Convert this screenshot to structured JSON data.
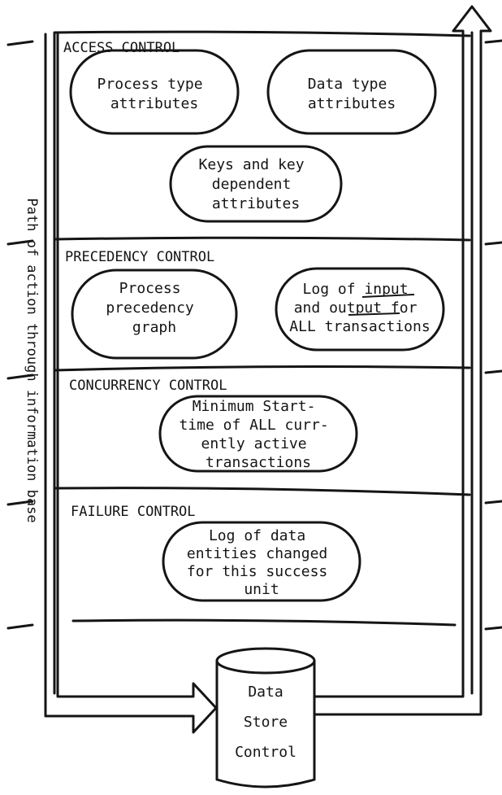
{
  "sections": {
    "access": {
      "label": "ACCESS CONTROL",
      "items": [
        [
          "Process type",
          "attributes"
        ],
        [
          "Data type",
          "attributes"
        ],
        [
          "Keys and key",
          "dependent",
          "attributes"
        ]
      ]
    },
    "precedency": {
      "label": "PRECEDENCY CONTROL",
      "items": [
        [
          "Process",
          "precedency",
          "graph"
        ],
        [
          "Log of input",
          "and output for",
          "ALL transactions"
        ]
      ]
    },
    "concurrency": {
      "label": "CONCURRENCY CONTROL",
      "items": [
        [
          "Minimum Start-",
          "time of ALL curr-",
          "ently active",
          "transactions"
        ]
      ]
    },
    "failure": {
      "label": "FAILURE CONTROL",
      "items": [
        [
          "Log of data",
          "entities changed",
          "for this success",
          "unit"
        ]
      ]
    }
  },
  "store": [
    "Data",
    "Store",
    "Control"
  ],
  "side_label": "Path of action through information base"
}
